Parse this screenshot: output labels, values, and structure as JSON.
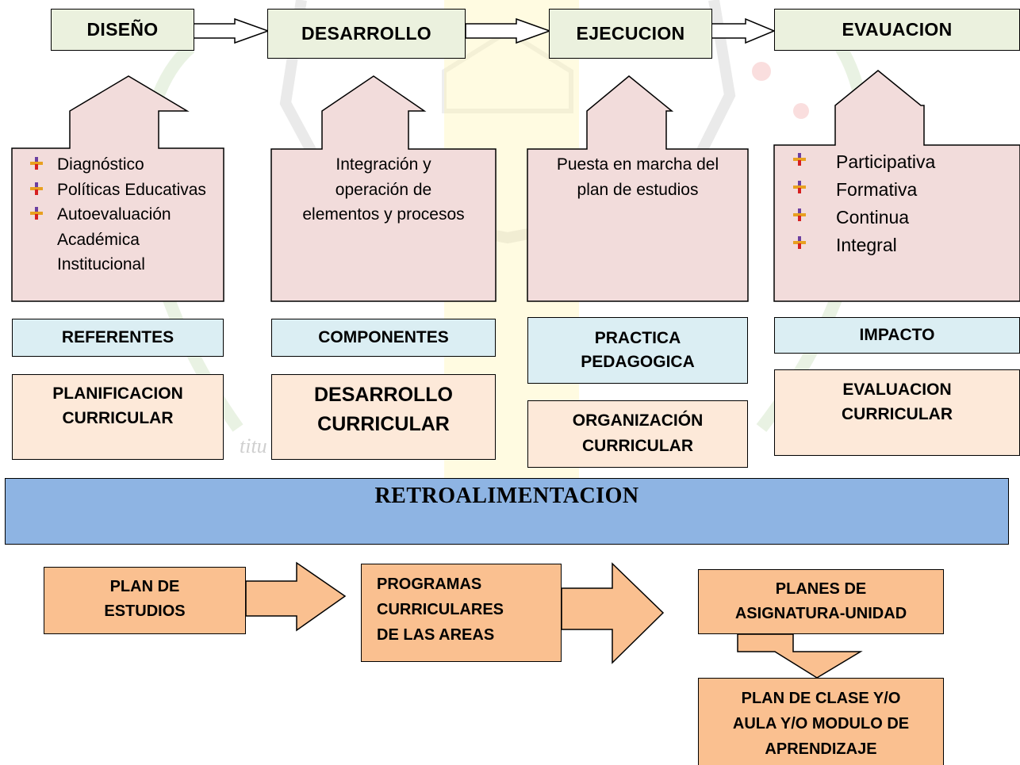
{
  "stages": [
    "DISEÑO",
    "DESARROLLO",
    "EJECUCION",
    "EVAUACION"
  ],
  "descriptions": {
    "diseno_items": [
      "Diagnóstico",
      "Políticas Educativas",
      "Autoevaluación"
    ],
    "diseno_continuation": [
      "Académica",
      "Institucional"
    ],
    "desarrollo": [
      "Integración y",
      "operación de",
      "elementos y procesos"
    ],
    "ejecucion": [
      "Puesta en marcha del",
      "plan de estudios"
    ],
    "evaluacion_items": [
      "Participativa",
      "Formativa",
      "Continua",
      "Integral"
    ]
  },
  "labels": {
    "referentes": "REFERENTES",
    "componentes": "COMPONENTES",
    "practica": [
      "PRACTICA",
      "PEDAGOGICA"
    ],
    "impacto": "IMPACTO"
  },
  "curricular": {
    "planificacion": [
      "PLANIFICACION",
      "CURRICULAR"
    ],
    "desarrollo": [
      "DESARROLLO",
      "CURRICULAR"
    ],
    "organizacion": [
      "ORGANIZACIÓN",
      "CURRICULAR"
    ],
    "evaluacion": [
      "EVALUACION",
      "CURRICULAR"
    ]
  },
  "retroalimentacion": "RETROALIMENTACION",
  "flow": {
    "plan_estudios": [
      "PLAN DE",
      "ESTUDIOS"
    ],
    "programas": [
      "PROGRAMAS",
      "CURRICULARES",
      "DE LAS AREAS"
    ],
    "planes_asignatura": [
      "PLANES DE",
      "ASIGNATURA-UNIDAD"
    ],
    "plan_clase": [
      "PLAN DE CLASE Y/O",
      "AULA Y/O MODULO DE",
      "APRENDIZAJE"
    ]
  },
  "watermark_text": "titu              ONA",
  "colors": {
    "stage_fill": "#ebf1de",
    "desc_fill": "#f2dcdb",
    "label_fill": "#dbeef3",
    "curricular_fill": "#fde9d9",
    "retro_fill": "#8eb4e3",
    "flow_fill": "#fac090"
  },
  "icons": {
    "bullet": "plus-bullet-icon",
    "arrow": "block-arrow-icon"
  }
}
